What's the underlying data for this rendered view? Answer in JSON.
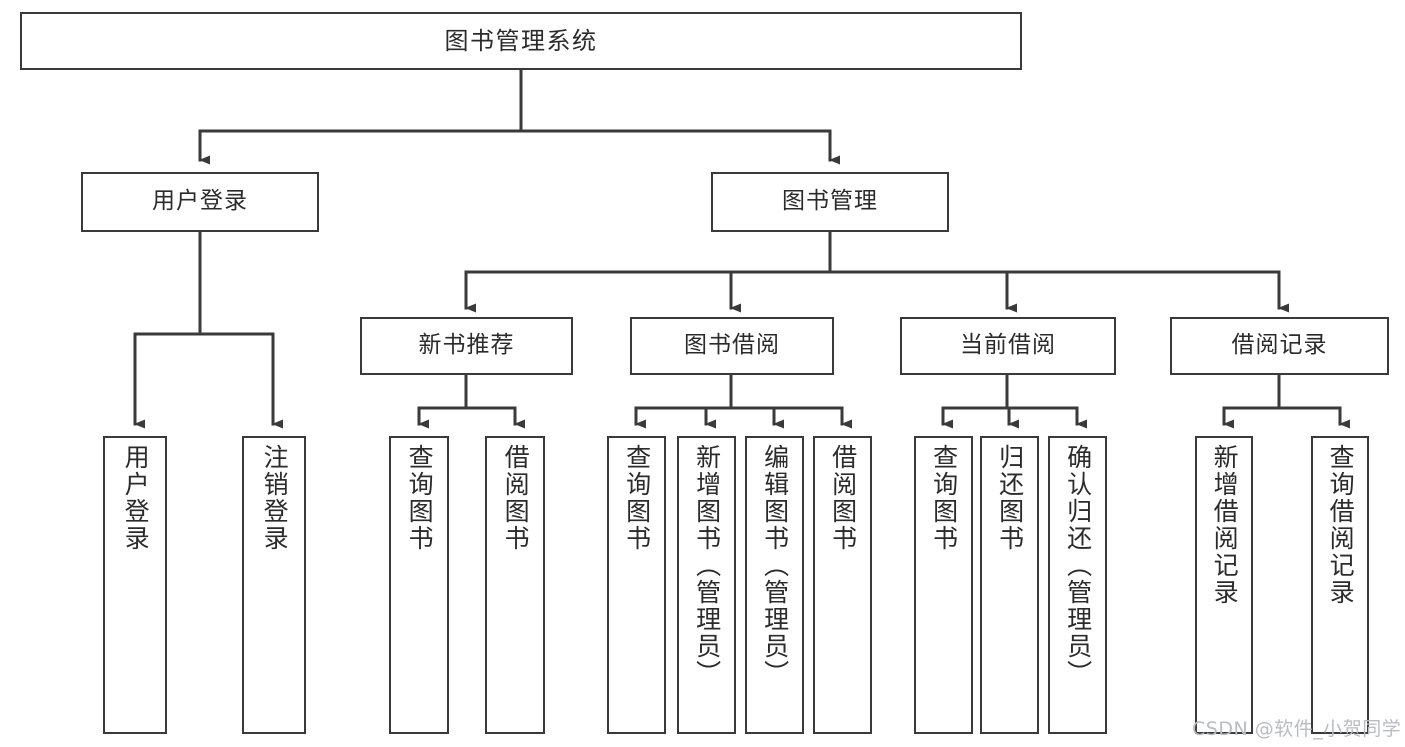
{
  "diagram": {
    "title": "图书管理系统",
    "type": "tree-structure-diagram",
    "watermark": "CSDN @软件_小贺同学",
    "colors": {
      "background": "#ffffff",
      "box_border": "#3a3a3a",
      "box_fill": "#ffffff",
      "text": "#2b2b2b",
      "connector": "#3a3a3a",
      "watermark": "#b9bcc0"
    },
    "root": {
      "label": "图书管理系统"
    },
    "level2": [
      {
        "label": "用户登录"
      },
      {
        "label": "图书管理"
      }
    ],
    "level3": [
      {
        "label": "新书推荐"
      },
      {
        "label": "图书借阅"
      },
      {
        "label": "当前借阅"
      },
      {
        "label": "借阅记录"
      }
    ],
    "leaves": {
      "user_login": [
        {
          "label": "用户登录"
        },
        {
          "label": "注销登录"
        }
      ],
      "new_book_recommend": [
        {
          "label": "查询图书"
        },
        {
          "label": "借阅图书"
        }
      ],
      "book_borrow": [
        {
          "label": "查询图书"
        },
        {
          "label": "新增图书（管理员）"
        },
        {
          "label": "编辑图书（管理员）"
        },
        {
          "label": "借阅图书"
        }
      ],
      "current_borrow": [
        {
          "label": "查询图书"
        },
        {
          "label": "归还图书"
        },
        {
          "label": "确认归还（管理员）"
        }
      ],
      "borrow_record": [
        {
          "label": "新增借阅记录"
        },
        {
          "label": "查询借阅记录"
        }
      ]
    }
  }
}
